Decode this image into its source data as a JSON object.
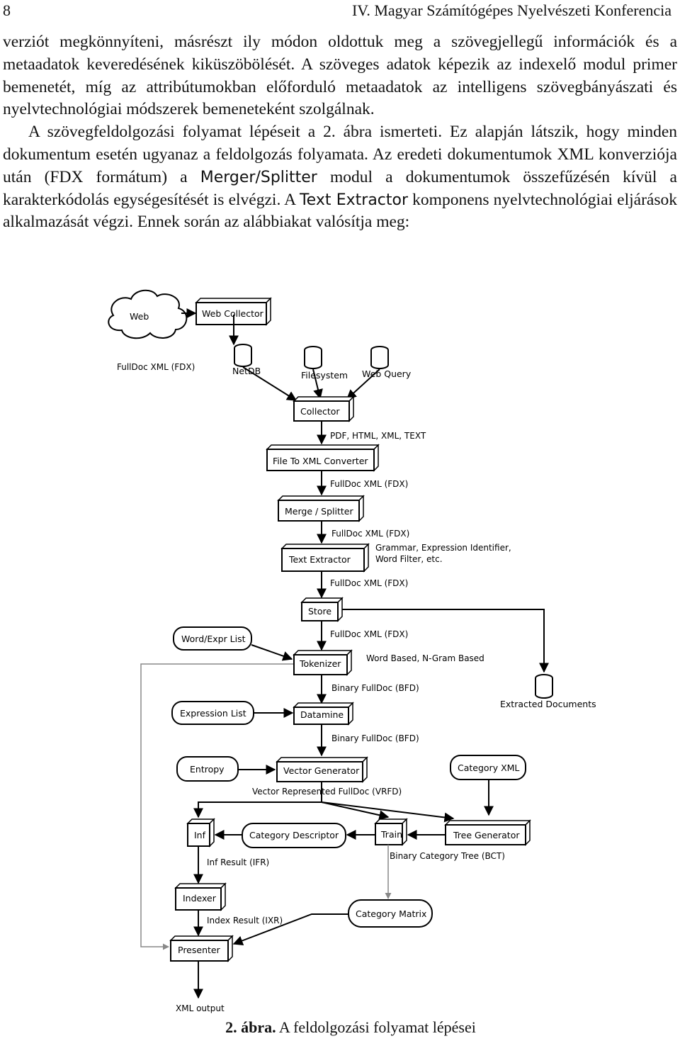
{
  "header": {
    "page_number": "8",
    "conference": "IV. Magyar Számítógépes Nyelvészeti Konferencia"
  },
  "paragraph1": "verziót megkönnyíteni, másrészt ily módon oldottuk meg a szövegjellegű információk és a metaadatok keveredésének kiküszöbölését. A szöveges adatok képezik az indexelő modul primer bemenetét, míg az attribútumokban előforduló metaadatok az intelligens szövegbányászati és nyelvtechnológiai módszerek bemeneteként szolgálnak.",
  "paragraph2": {
    "part1": "A szövegfeldolgozási folyamat lépéseit a 2. ábra ismerteti. Ez alapján látszik, hogy minden dokumentum esetén ugyanaz a feldolgozás folyamata. Az eredeti dokumentumok XML konverziója után (FDX formátum) a ",
    "term1": "Merger/Splitter",
    "part2": " modul a dokumentumok összefűzésén kívül a karakterkódolás egységesítését is elvégzi. A ",
    "term2": "Text Extractor",
    "part3": " komponens nyelvtechnológiai eljárások alkalmazását végzi. Ennek során az alábbiakat valósítja meg:"
  },
  "diagram": {
    "nodes": {
      "web": "Web",
      "web_collector": "Web Collector",
      "netdb": "NetDB",
      "filesystem": "Filesystem",
      "web_query": "Web Query",
      "collector": "Collector",
      "file_to_xml": "File To XML Converter",
      "merge_splitter": "Merge / Splitter",
      "text_extractor": "Text Extractor",
      "store": "Store",
      "word_expr_list": "Word/Expr List",
      "tokenizer": "Tokenizer",
      "expression_list": "Expression List",
      "datamine": "Datamine",
      "extracted_documents": "Extracted Documents",
      "entropy": "Entropy",
      "vector_generator": "Vector Generator",
      "category_xml": "Category XML",
      "inf": "Inf",
      "category_descriptor": "Category Descriptor",
      "train": "Train",
      "tree_generator": "Tree Generator",
      "indexer": "Indexer",
      "category_matrix": "Category Matrix",
      "presenter": "Presenter",
      "xml_output": "XML output"
    },
    "labels": {
      "fulldoc_left": "FullDoc XML (FDX)",
      "pdf_html": "PDF, HTML, XML, TEXT",
      "fdx1": "FullDoc XML (FDX)",
      "fdx2": "FullDoc XML (FDX)",
      "fdx3": "FullDoc XML (FDX)",
      "fdx4": "FullDoc XML (FDX)",
      "grammar": "Grammar, Expression Identifier,",
      "word_filter": "Word Filter, etc.",
      "word_based": "Word Based, N-Gram Based",
      "bfd1": "Binary FullDoc (BFD)",
      "bfd2": "Binary FullDoc (BFD)",
      "vrfd": "Vector Represented FullDoc (VRFD)",
      "ifr": "Inf Result (IFR)",
      "bct": "Binary Category Tree (BCT)",
      "ixr": "Index Result (IXR)"
    }
  },
  "caption": {
    "label": "2. ábra.",
    "text": " A feldolgozási folyamat lépései"
  }
}
